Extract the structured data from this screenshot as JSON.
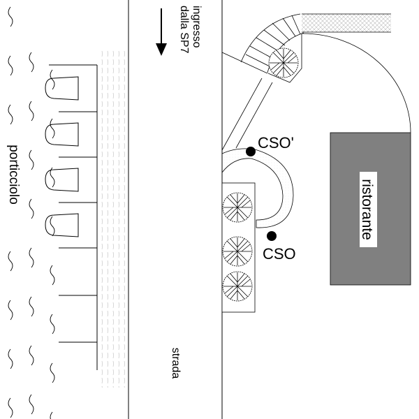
{
  "labels": {
    "harbor": "porticciolo",
    "entrance_line1": "ingresso",
    "entrance_line2": "dalla SP7",
    "road": "strada",
    "restaurant": "ristorante",
    "cso": "CSO",
    "cso_prime": "CSO'"
  },
  "colors": {
    "restaurant_fill": "#808080",
    "line": "#000000",
    "hatch": "#c8c8c8"
  },
  "icons": [
    "tree-icon",
    "boat-icon",
    "wave-icon",
    "arrow-down-icon",
    "point-marker-icon"
  ]
}
